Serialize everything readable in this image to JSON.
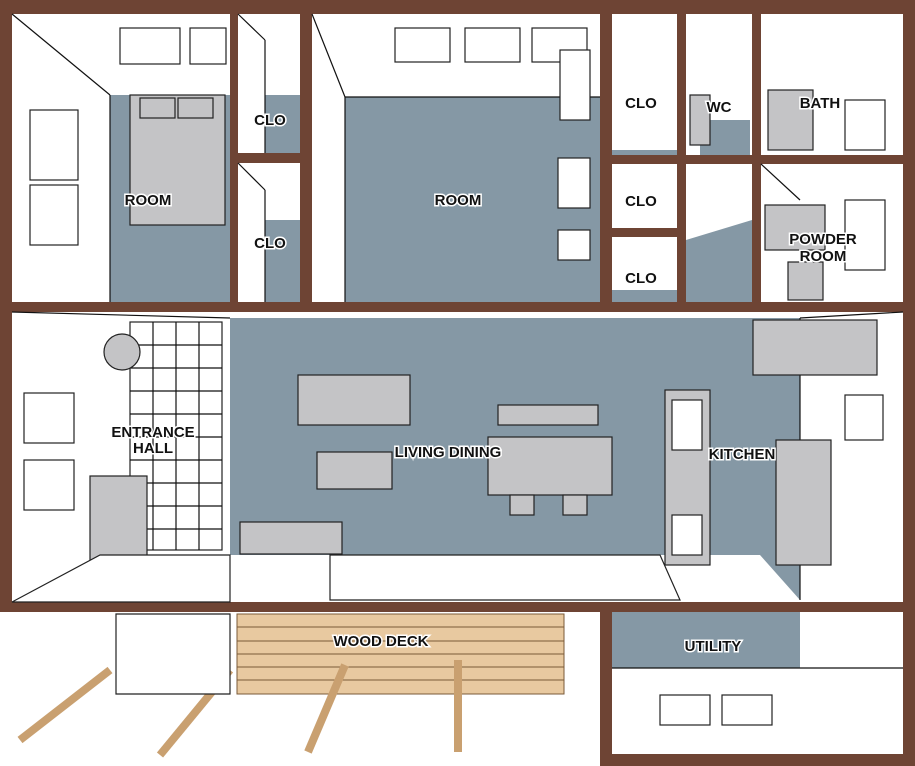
{
  "plan": {
    "colors": {
      "wall": "#6e4434",
      "floor": "#8598a5",
      "furniture": "#c4c4c6",
      "deck": "#e8c9a0",
      "deck_line": "#7a5a38",
      "post": "#c9a070"
    },
    "labels": {
      "room_left": "ROOM",
      "clo_1": "CLO",
      "clo_2": "CLO",
      "room_center": "ROOM",
      "clo_3": "CLO",
      "wc": "WC",
      "bath": "BATH",
      "clo_4": "CLO",
      "clo_5": "CLO",
      "powder_room_1": "POWDER",
      "powder_room_2": "ROOM",
      "entrance_hall_1": "ENTRANCE",
      "entrance_hall_2": "HALL",
      "living_dining": "LIVING DINING",
      "kitchen": "KITCHEN",
      "wood_deck": "WOOD DECK",
      "utility": "UTILITY"
    }
  }
}
